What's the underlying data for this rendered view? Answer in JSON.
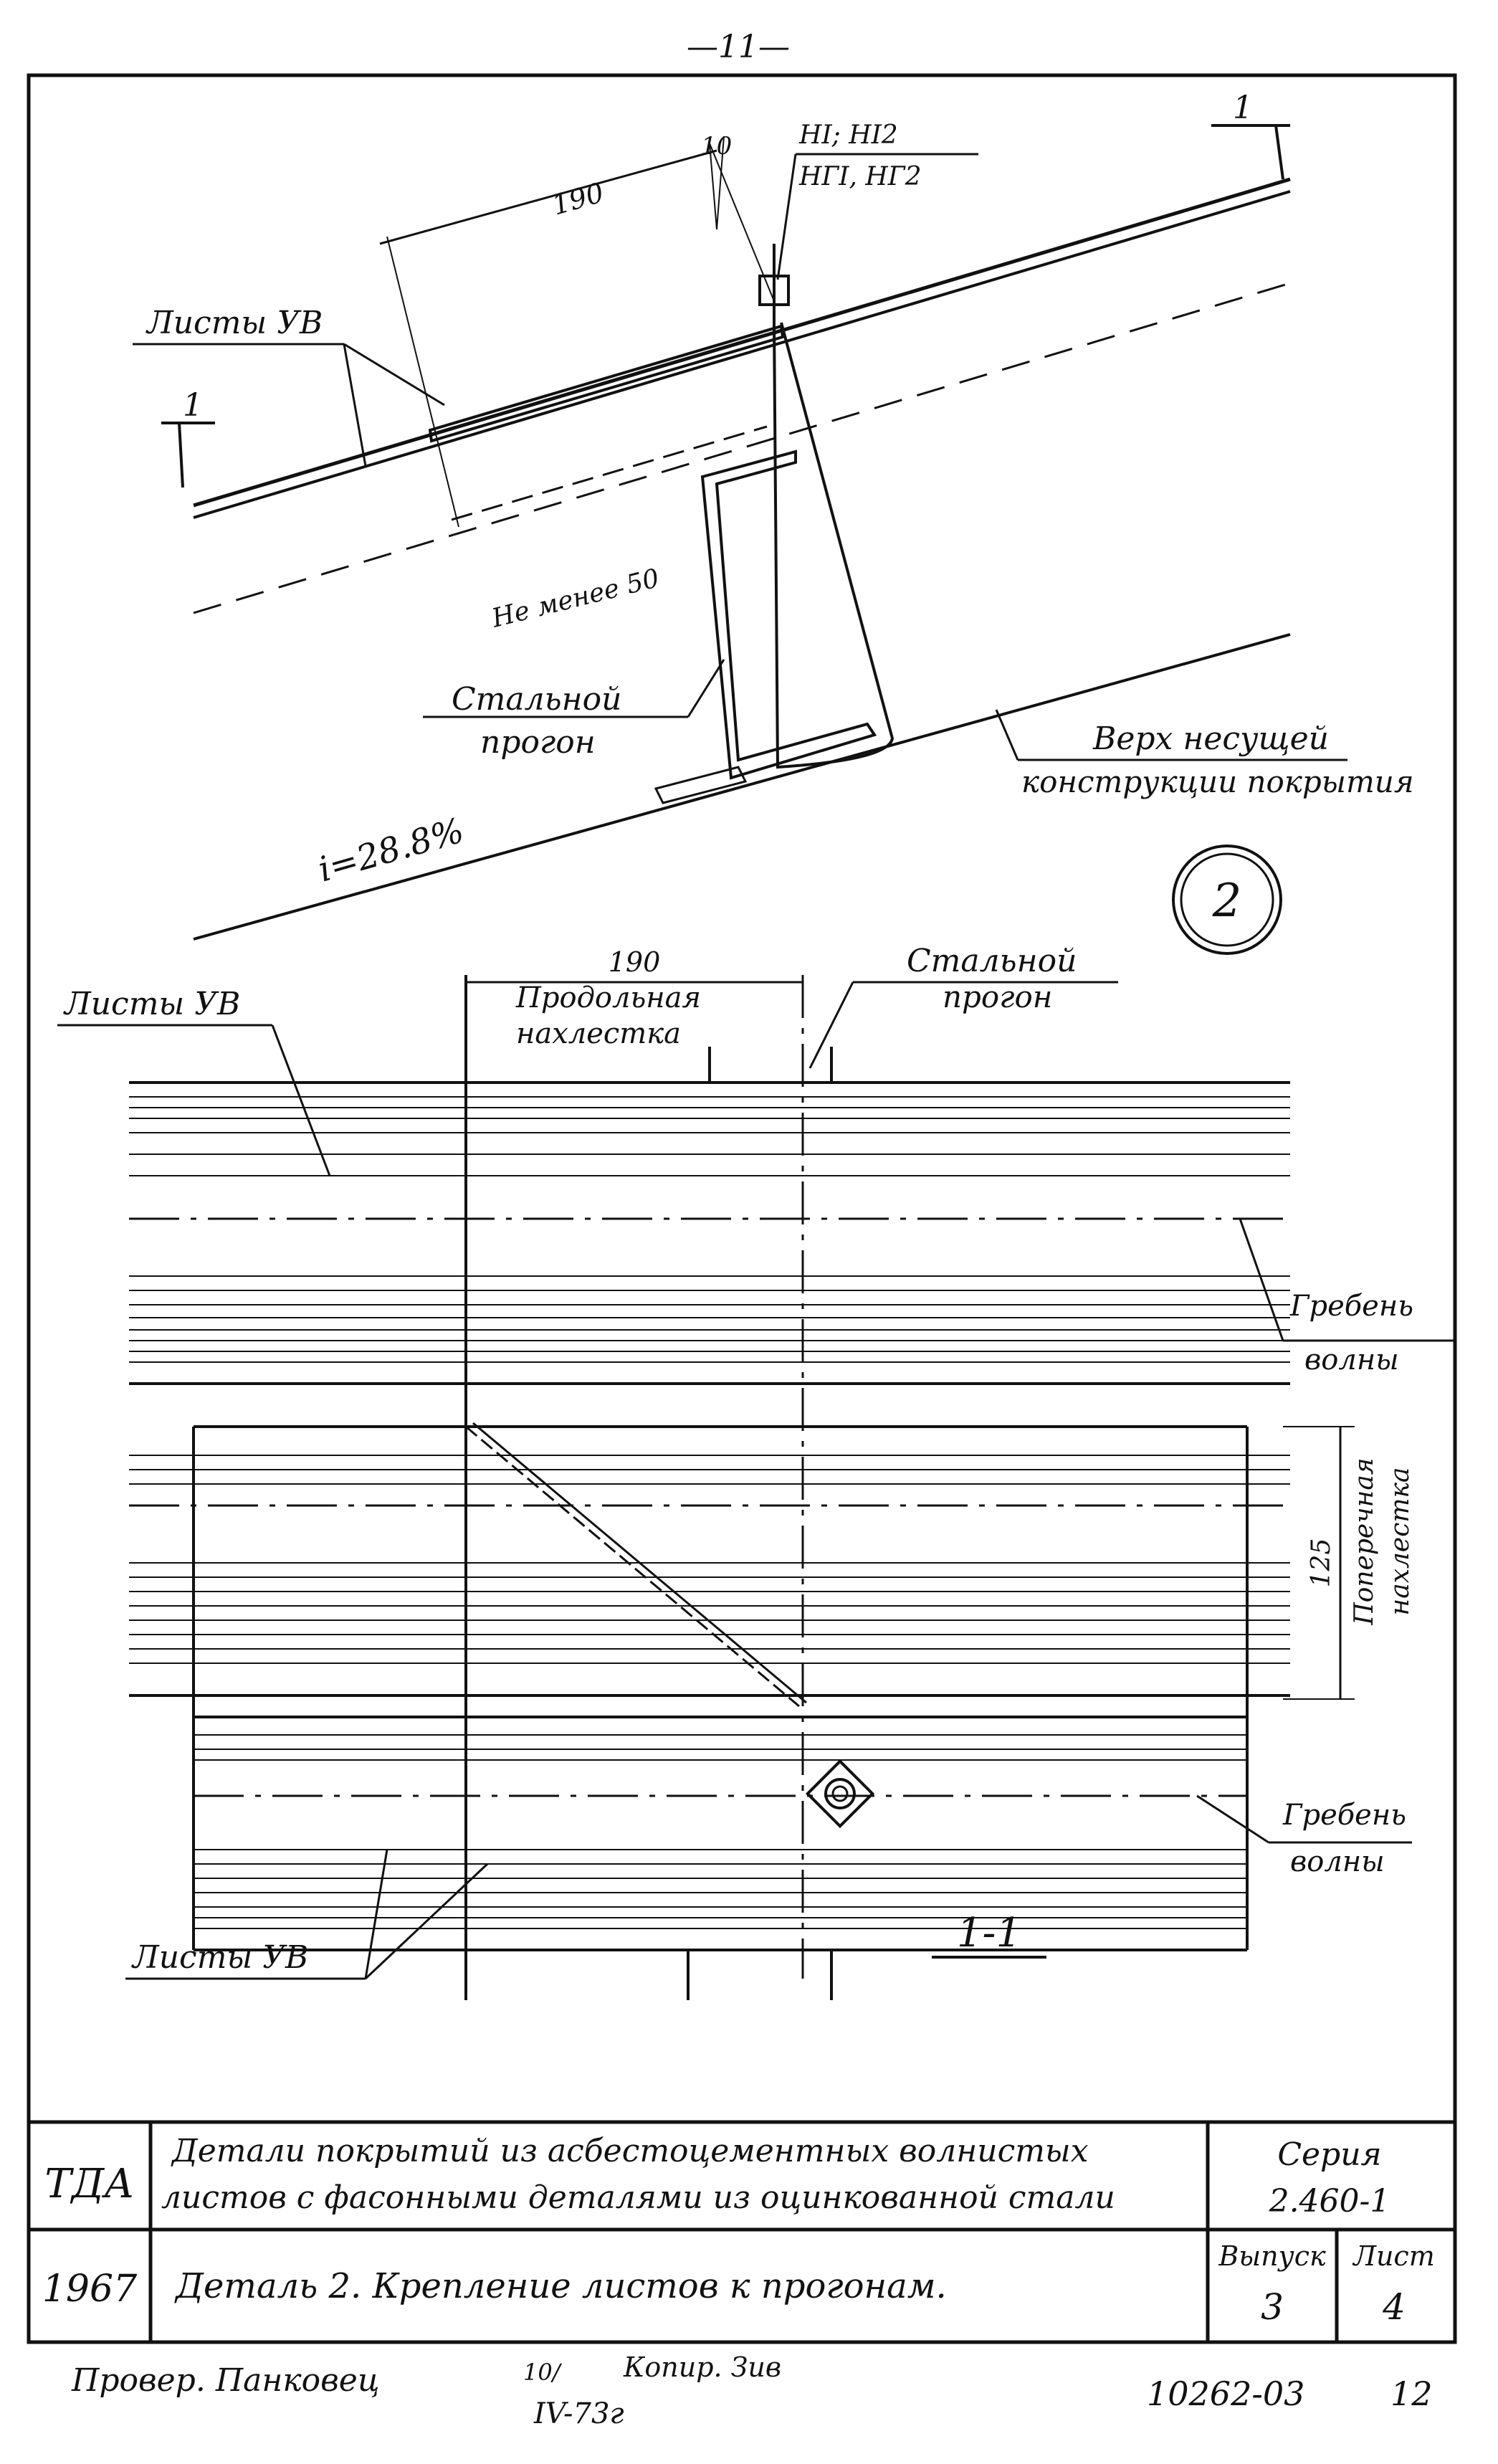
{
  "page_number": "—11—",
  "detail1": {
    "dim_top": "190",
    "dim_bolt": "10",
    "marks_1": "НI; НI2",
    "marks_2": "НГI, НГ2",
    "section_mark": "1",
    "label_sheets": "Листы УВ",
    "label_min": "Не менее 50",
    "label_purlin_1": "Стальной",
    "label_purlin_2": "прогон",
    "label_structure_1": "Верх несущей",
    "label_structure_2": "конструкции покрытия",
    "slope": "i=28.8%",
    "detail_number": "2"
  },
  "detail2": {
    "dim_top": "190",
    "label_long_1": "Продольная",
    "label_long_2": "нахлестка",
    "label_purlin_1": "Стальной",
    "label_purlin_2": "прогон",
    "label_sheets_top": "Листы УВ",
    "label_ridge_1a": "Гребень",
    "label_ridge_1b": "волны",
    "dim_side": "125",
    "label_cross_1": "Поперечная",
    "label_cross_2": "нахлестка",
    "label_ridge_2a": "Гребень",
    "label_ridge_2b": "волны",
    "label_sheets_bottom": "Листы УВ",
    "section_title": "1-1"
  },
  "title_block": {
    "org": "ТДА",
    "title_line1": "Детали покрытий из асбестоцементных волнистых",
    "title_line2": "листов с фасонными деталями из оцинкованной стали",
    "series_label": "Серия",
    "series_value": "2.460-1",
    "year": "1967",
    "detail_title": "Деталь 2. Крепление листов к прогонам.",
    "issue_label": "Выпуск",
    "issue_value": "3",
    "sheet_label": "Лист",
    "sheet_value": "4"
  },
  "footer": {
    "checked": "Провер. Панковец",
    "date_1": "10/",
    "date_2": "IV-73г",
    "copy": "Копир. Зив",
    "doc_number": "10262-03",
    "page": "12"
  }
}
